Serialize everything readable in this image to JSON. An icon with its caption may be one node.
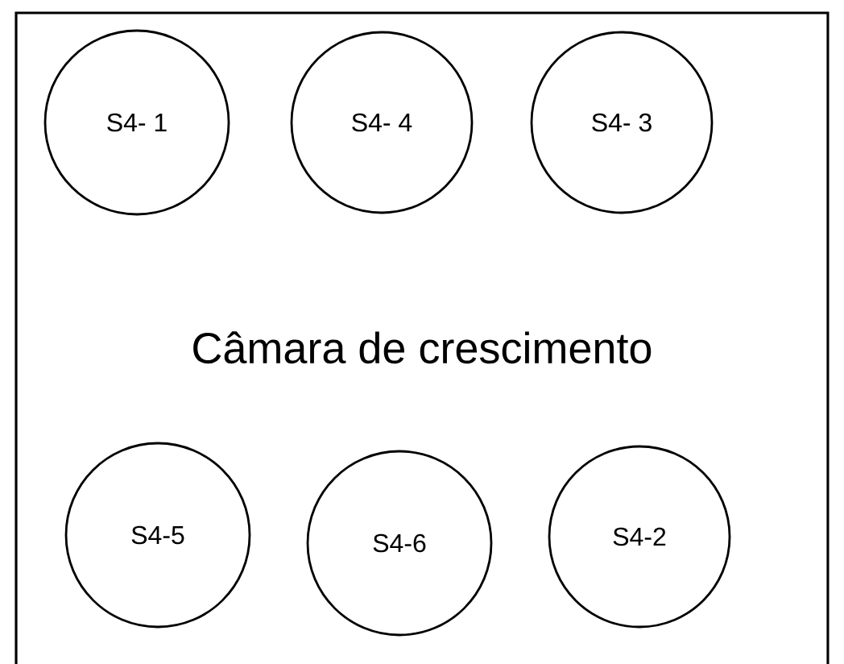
{
  "diagram": {
    "nodes": [
      {
        "text": [
          "Câmara de crescimento"
        ]
      },
      {
        "text": [
          "S4- 1"
        ],
        "in": 0
      },
      {
        "text": [
          "S4- 4"
        ],
        "in": 0
      },
      {
        "text": [
          "S4- 3"
        ],
        "in": 0
      },
      {
        "text": [
          "S4-5"
        ],
        "in": 0
      },
      {
        "text": [
          "S4-6"
        ],
        "in": 0
      },
      {
        "text": [
          "S4-2"
        ],
        "in": 0
      }
    ]
  }
}
